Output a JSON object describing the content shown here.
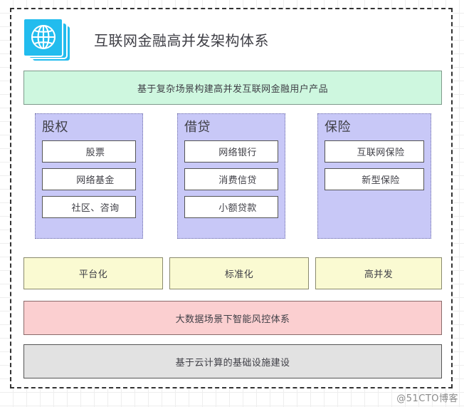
{
  "header": {
    "icon": "globe-stacked-cards-icon",
    "icon_color": "#22BCEE",
    "title": "互联网金融高并发架构体系"
  },
  "product_band": {
    "label": "基于复杂场景构建高并发互联网金融用户产品",
    "fill": "#CEF7DF"
  },
  "domains": [
    {
      "title": "股权",
      "fill": "#C8C8F7",
      "items": [
        "股票",
        "网络基金",
        "社区、咨询"
      ]
    },
    {
      "title": "借贷",
      "fill": "#C8C8F7",
      "items": [
        "网络银行",
        "消费信贷",
        "小额贷款"
      ]
    },
    {
      "title": "保险",
      "fill": "#C8C8F7",
      "items": [
        "互联网保险",
        "新型保险"
      ]
    }
  ],
  "capabilities": {
    "fill": "#FAFAD2",
    "items": [
      "平台化",
      "标准化",
      "高并发"
    ]
  },
  "risk_band": {
    "label": "大数据场景下智能风控体系",
    "fill": "#FBCFD0"
  },
  "infra_band": {
    "label": "基于云计算的基础设施建设",
    "fill": "#E2E2E2"
  },
  "watermark": {
    "text": "@51CTO博客"
  }
}
